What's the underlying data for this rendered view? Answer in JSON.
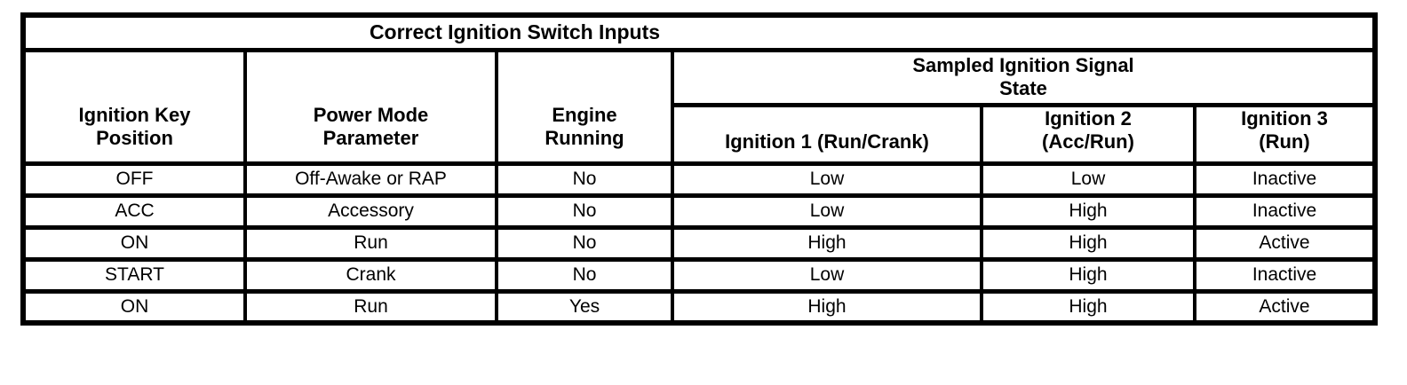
{
  "page": {
    "background_color": "#ffffff",
    "ink_color": "#000000"
  },
  "table": {
    "title": "Correct Ignition Switch Inputs",
    "columns": [
      {
        "label": "Ignition Key\nPosition"
      },
      {
        "label": "Power Mode\nParameter"
      },
      {
        "label": "Engine\nRunning"
      }
    ],
    "signal_group": {
      "label": "Sampled Ignition Signal\nState",
      "columns": [
        {
          "label": "Ignition 1 (Run/Crank)"
        },
        {
          "label": "Ignition 2\n(Acc/Run)"
        },
        {
          "label": "Ignition 3\n(Run)"
        }
      ]
    },
    "rows": [
      [
        "OFF",
        "Off-Awake or RAP",
        "No",
        "Low",
        "Low",
        "Inactive"
      ],
      [
        "ACC",
        "Accessory",
        "No",
        "Low",
        "High",
        "Inactive"
      ],
      [
        "ON",
        "Run",
        "No",
        "High",
        "High",
        "Active"
      ],
      [
        "START",
        "Crank",
        "No",
        "Low",
        "High",
        "Inactive"
      ],
      [
        "ON",
        "Run",
        "Yes",
        "High",
        "High",
        "Active"
      ]
    ]
  }
}
